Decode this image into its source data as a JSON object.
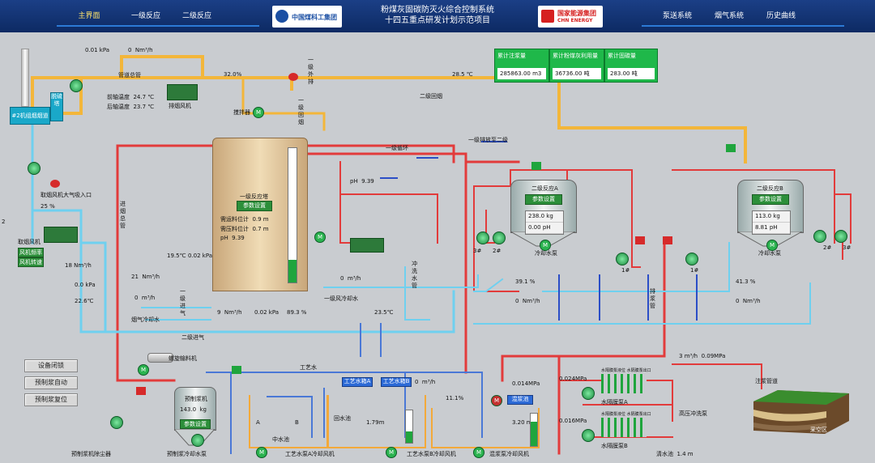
{
  "nav": {
    "main": "主界面",
    "stage1": "一级反应",
    "stage2": "二级反应",
    "pump": "泵送系统",
    "gas": "烟气系统",
    "history": "历史曲线"
  },
  "title": {
    "line1": "粉煤灰固碳防灭火综合控制系统",
    "line2": "十四五重点研发计划示范项目"
  },
  "logos": {
    "left_text": "中国煤科工集团",
    "right_text": "国家能源集团",
    "right_sub": "CHN ENERGY"
  },
  "totals": [
    {
      "label": "累计注浆量",
      "value": "285863.00",
      "unit": "m3"
    },
    {
      "label": "累计粉煤灰利用量",
      "value": "36736.00",
      "unit": "吨"
    },
    {
      "label": "累计固碳量",
      "value": "283.00",
      "unit": "吨"
    }
  ],
  "buttons": {
    "interlock": "设备闭锁",
    "auto": "预制浆自动",
    "reset": "预制浆复位"
  },
  "labels": {
    "top_kpa": "0.01 kPa",
    "top_flow": "0",
    "top_flow_unit": "Nm³/h",
    "bypass": "管道总管",
    "pre_temp_lbl": "前轴温度",
    "pre_temp": "24.7 ℃",
    "post_temp_lbl": "后轴温度",
    "post_temp": "23.7 ℃",
    "exhaust_fan": "排烟风机",
    "pct32": "32.0%",
    "temp285": "28.5 ℃",
    "stage2_return": "二级回烟",
    "stage1_out": "一级外排",
    "stage1_return": "一级回烟",
    "stirrer": "搅拌器",
    "chimney": "#2机组烟烟道",
    "desulf": "脱硫塔",
    "intake": "取烟风机大气吸入口",
    "intake_pct": "25 %",
    "fan_lbl": "取烟风机",
    "fan_freq": "风机频率",
    "fan_speed": "风机转速",
    "flow18": "18 Nm³/h",
    "kpa00": "0.0 kPa",
    "temp226": "22.6℃",
    "stage1_reactor": "一级反应塔",
    "param_set": "参数设置",
    "level_upper": "需运料位计",
    "level_upper_val": "0.9 m",
    "level_lower": "需压料位计",
    "level_lower_val": "0.7 m",
    "ph_lbl": "pH",
    "ph_val": "9.39",
    "ph_top": "pH",
    "ph_top_val": "9.39",
    "stage1_loop": "一级循环",
    "stage1_to2": "一级排放至二级",
    "temp195": "19.5℃",
    "kpa002": "0.02 kPa",
    "flow21": "21",
    "flow21_unit": "Nm³/h",
    "flow0": "0",
    "flow0_unit": "m³/h",
    "gas_cool": "烟气冷却水",
    "stage1_in": "一级进气",
    "flow9": "9",
    "flow9_unit": "Nm³/h",
    "kpa002b": "0.02 kPa",
    "pct893": "89.3 %",
    "stage2_in": "二级进气",
    "main_pipe": "进烟总管",
    "flow0b": "0",
    "flow0b_unit": "m³/h",
    "cool_water": "一级风冷却水",
    "wash_water": "冲洗水管",
    "temp235": "23.5℃",
    "reactorA": "二级反应A",
    "reactorA_param": "参数设置",
    "reactorA_kg": "238.0",
    "reactorA_kg_unit": "kg",
    "reactorA_ph": "0.00",
    "reactorA_ph_unit": "pH",
    "coolA": "冷却水泵",
    "pct391": "39.1 %",
    "flowA": "0",
    "flowA_unit": "Nm³/h",
    "reactorB": "二级反应B",
    "reactorB_param": "参数设置",
    "reactorB_kg": "113.0",
    "reactorB_kg_unit": "kg",
    "reactorB_ph": "8.81",
    "reactorB_ph_unit": "pH",
    "coolB": "冷却水泵",
    "pct413": "41.3 %",
    "flowB": "0",
    "flowB_unit": "Nm³/h",
    "drain": "排浆管",
    "n1a": "1#",
    "n1b": "1#",
    "n2a": "2#",
    "n2b": "2#",
    "n3a": "3#",
    "n3b": "3#",
    "screw": "螺旋输料机",
    "premix": "预制浆机",
    "premix_val": "143.0",
    "premix_unit": "kg",
    "premix_param": "参数设置",
    "dust": "预制浆机除尘器",
    "premix_pump": "预制浆冷却水泵",
    "process_water": "工艺水",
    "tankA": "工艺水箱A",
    "tankB": "工艺水箱B",
    "mid_pool": "中水池",
    "A": "A",
    "B": "B",
    "water_tank": "回水池",
    "level179": "1.79m",
    "cool_fanA": "工艺水泵A冷却风机",
    "cool_fanB": "工艺水泵B冷却风机",
    "flow_m3": "0",
    "flow_m3_unit": "m³/h",
    "pct111": "11.1%",
    "mpa0014": "0.014MPa",
    "mix_tank": "混浆池",
    "level320": "3.20 m",
    "mix_fan": "混浆泵冷却风机",
    "mpa0024": "0.024MPa",
    "mpa0016": "0.016MPa",
    "pumpA": "水隔膜泵A",
    "pumpB": "水隔膜泵B",
    "clear_water": "清水池",
    "clear_level": "1.4 m",
    "bottom_mpa_flow": "3",
    "bottom_flow_unit": "m³/h",
    "bottom_mpa": "0.09MPa",
    "grout_pipe": "注浆管道",
    "back_flush": "高压冲洗泵",
    "goaf": "采空区",
    "pumpA_l": "水隔膜泵液位 水隔膜泵出口",
    "pumpB_l": "水隔膜泵液位 水隔膜泵出口",
    "side_2": "2",
    "side_num": "2"
  },
  "colors": {
    "gas_pipe": "#f3b63a",
    "slurry_pipe": "#e23b3b",
    "water_pipe": "#6fd0ef",
    "blue_pipe": "#4a78d6",
    "pump_green": "#2bb34f",
    "tank_beige": "#e9d2a6"
  }
}
